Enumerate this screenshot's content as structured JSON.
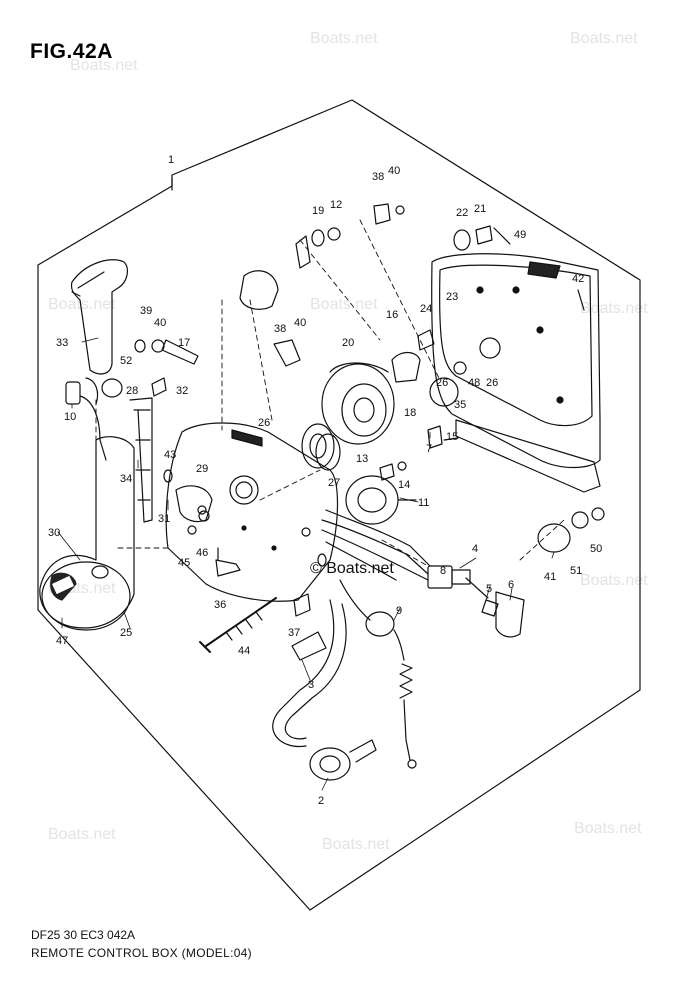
{
  "figure": {
    "title": "FIG.42A",
    "code": "DF25 30 EC3  042A",
    "caption": "REMOTE CONTROL BOX (MODEL:04)"
  },
  "watermark": "Boats.net",
  "callouts": [
    "1",
    "2",
    "3",
    "4",
    "5",
    "6",
    "7",
    "8",
    "9",
    "10",
    "11",
    "12",
    "13",
    "14",
    "15",
    "16",
    "17",
    "18",
    "19",
    "20",
    "21",
    "22",
    "23",
    "24",
    "25",
    "26",
    "26",
    "26",
    "27",
    "28",
    "29",
    "30",
    "31",
    "32",
    "33",
    "34",
    "35",
    "36",
    "37",
    "38",
    "38",
    "39",
    "40",
    "40",
    "40",
    "41",
    "42",
    "43",
    "44",
    "45",
    "46",
    "47",
    "48",
    "49",
    "50",
    "51",
    "52"
  ],
  "colors": {
    "ink": "#111111",
    "watermark": "#e3e3e3",
    "background": "#ffffff"
  }
}
